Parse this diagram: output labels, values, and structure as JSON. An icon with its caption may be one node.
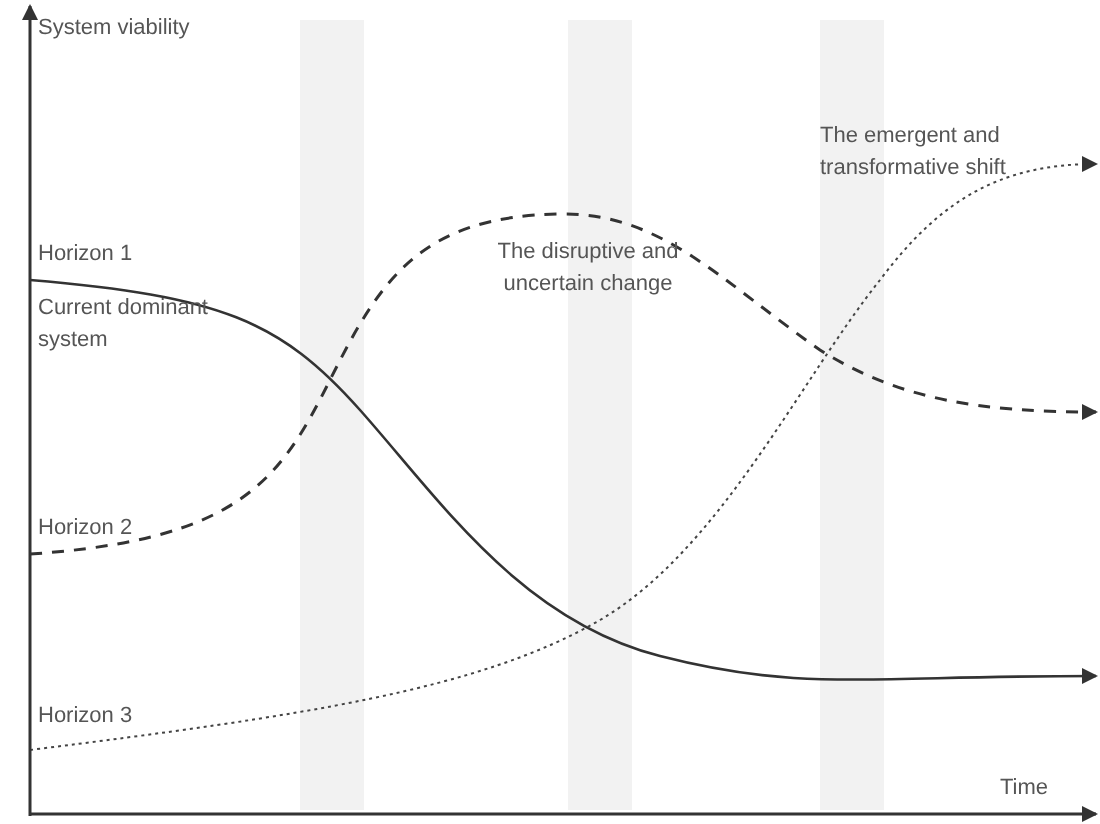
{
  "diagram": {
    "labels": [
      "System viability",
      "The emergent and transformative shift",
      "Horizon 1",
      "The disruptive and uncertain change",
      "Current dominant system",
      "Horizon 2",
      "Horizon 3",
      "Time"
    ]
  }
}
